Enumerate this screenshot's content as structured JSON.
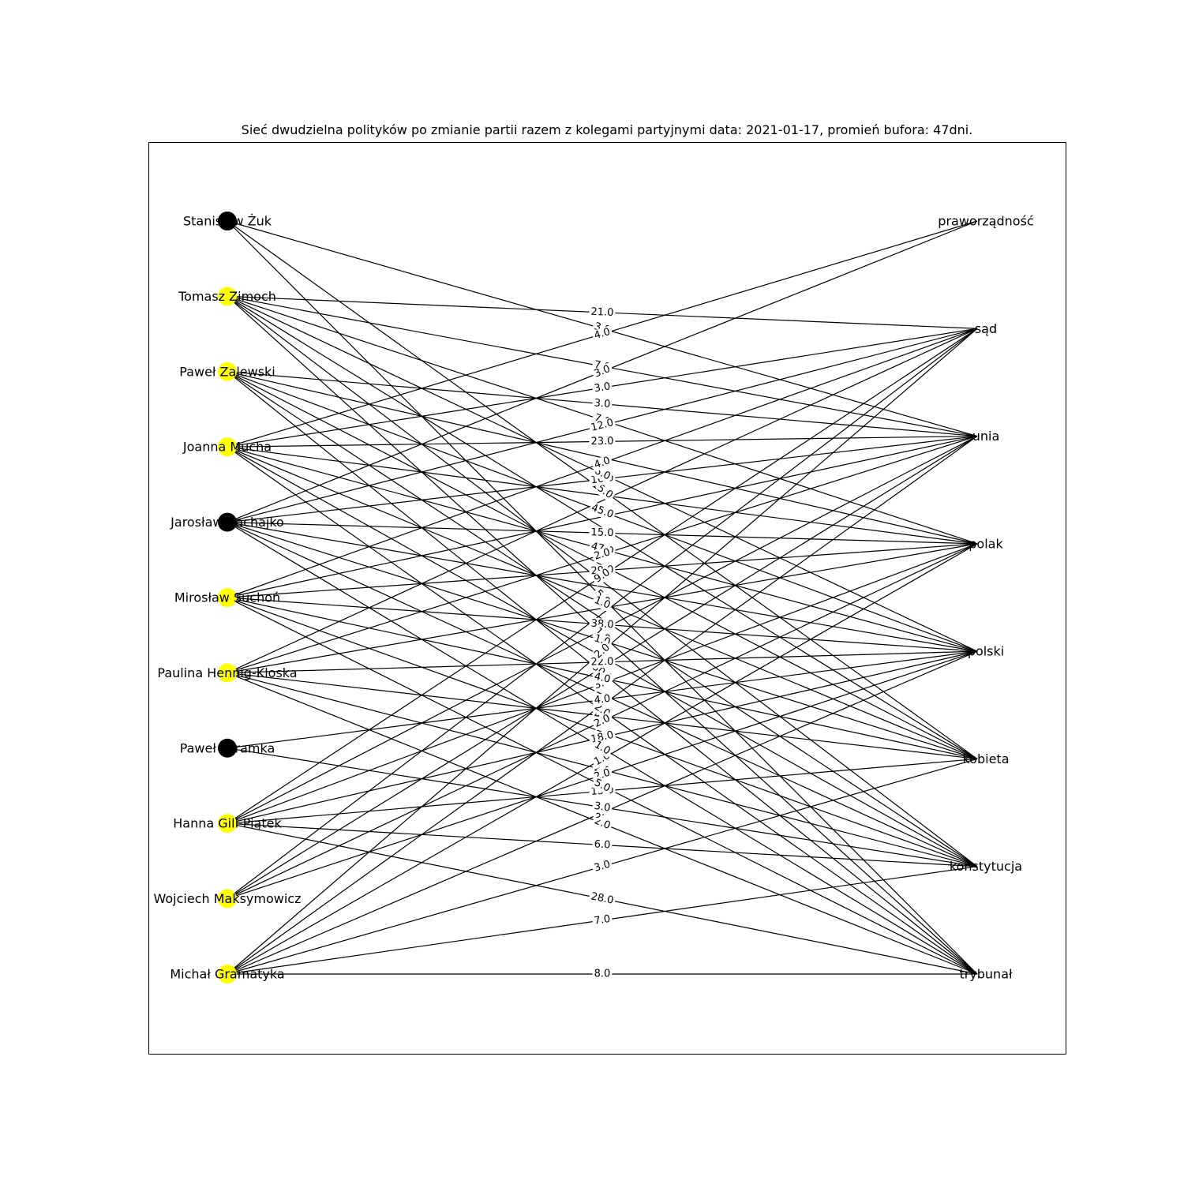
{
  "title": "Sieć dwudzielna polityków  po zmianie partii razem z kolegami partyjnymi data: 2021-01-17, promień bufora: 47dni.",
  "colors": {
    "node_black": "#000000",
    "node_yellow": "#ffff00",
    "edge": "#000000",
    "frame": "#000000"
  },
  "left_nodes": [
    {
      "id": "zuk",
      "label": "Stanisław Żuk",
      "color": "black"
    },
    {
      "id": "zimoch",
      "label": "Tomasz Zimoch",
      "color": "yellow"
    },
    {
      "id": "zalewski",
      "label": "Paweł Zalewski",
      "color": "yellow"
    },
    {
      "id": "mucha",
      "label": "Joanna Mucha",
      "color": "yellow"
    },
    {
      "id": "rachajko",
      "label": "Jarosław Rachajko",
      "color": "black"
    },
    {
      "id": "suchon",
      "label": "Mirosław Suchoń",
      "color": "yellow"
    },
    {
      "id": "hennig",
      "label": "Paulina Hennig-Kloska",
      "color": "yellow"
    },
    {
      "id": "szramka",
      "label": "Paweł Szramka",
      "color": "black"
    },
    {
      "id": "gill",
      "label": "Hanna Gill-Piątek",
      "color": "yellow"
    },
    {
      "id": "maksymowicz",
      "label": "Wojciech Maksymowicz",
      "color": "yellow"
    },
    {
      "id": "gramatyka",
      "label": "Michał Gramatyka",
      "color": "yellow"
    }
  ],
  "right_nodes": [
    {
      "id": "praworzadnosc",
      "label": "praworządność"
    },
    {
      "id": "sad",
      "label": "sąd"
    },
    {
      "id": "unia",
      "label": "unia"
    },
    {
      "id": "polak",
      "label": "polak"
    },
    {
      "id": "polski",
      "label": "polski"
    },
    {
      "id": "kobieta",
      "label": "kobieta"
    },
    {
      "id": "konstytucja",
      "label": "konstytucja"
    },
    {
      "id": "trybunal",
      "label": "trybunał"
    }
  ],
  "edges": [
    {
      "from": "zimoch",
      "to": "sad",
      "weight": "21.0"
    },
    {
      "from": "zuk",
      "to": "unia",
      "weight": "3.0"
    },
    {
      "from": "mucha",
      "to": "praworzadnosc",
      "weight": "4.0"
    },
    {
      "from": "zimoch",
      "to": "unia",
      "weight": "7.0"
    },
    {
      "from": "mucha",
      "to": "sad",
      "weight": "3.0"
    },
    {
      "from": "zalewski",
      "to": "unia",
      "weight": "3.0"
    },
    {
      "from": "rachajko",
      "to": "praworzadnosc",
      "weight": "3.0"
    },
    {
      "from": "zuk",
      "to": "kobieta",
      "weight": "15.0"
    },
    {
      "from": "mucha",
      "to": "unia",
      "weight": "23.0"
    },
    {
      "from": "zimoch",
      "to": "polak",
      "weight": "7.0"
    },
    {
      "from": "rachajko",
      "to": "sad",
      "weight": "12.0"
    },
    {
      "from": "rachajko",
      "to": "unia",
      "weight": "16.0"
    },
    {
      "from": "zimoch",
      "to": "polski",
      "weight": "6.0"
    },
    {
      "from": "suchon",
      "to": "sad",
      "weight": "4.0"
    },
    {
      "from": "zalewski",
      "to": "polski",
      "weight": "45.0"
    },
    {
      "from": "rachajko",
      "to": "polak",
      "weight": "15.0"
    },
    {
      "from": "zuk",
      "to": "trybunal",
      "weight": "5.0"
    },
    {
      "from": "suchon",
      "to": "polak",
      "weight": "29.0"
    },
    {
      "from": "mucha",
      "to": "polski",
      "weight": "47.0"
    },
    {
      "from": "suchon",
      "to": "polski",
      "weight": "38.0"
    },
    {
      "from": "hennig",
      "to": "unia",
      "weight": "2.0"
    },
    {
      "from": "zimoch",
      "to": "trybunal",
      "weight": "1.0"
    },
    {
      "from": "rachajko",
      "to": "kobieta",
      "weight": "1.0"
    },
    {
      "from": "gill",
      "to": "polak",
      "weight": "3.0"
    },
    {
      "from": "zalewski",
      "to": "trybunal",
      "weight": "30.0"
    },
    {
      "from": "mucha",
      "to": "kobieta",
      "weight": "1.0"
    },
    {
      "from": "hennig",
      "to": "polski",
      "weight": "22.0"
    },
    {
      "from": "suchon",
      "to": "kobieta",
      "weight": "4.0"
    },
    {
      "from": "gill",
      "to": "sad",
      "weight": "9.0"
    },
    {
      "from": "hennig",
      "to": "kobieta",
      "weight": "4.0"
    },
    {
      "from": "mucha",
      "to": "trybunal",
      "weight": "2.0"
    },
    {
      "from": "maksymowicz",
      "to": "polak",
      "weight": "2.0"
    },
    {
      "from": "gill",
      "to": "polski",
      "weight": "18.0"
    },
    {
      "from": "gramatyka",
      "to": "sad",
      "weight": "2.0"
    },
    {
      "from": "szramka",
      "to": "polski",
      "weight": "4.0"
    },
    {
      "from": "hennig",
      "to": "konstytucja",
      "weight": "2.0"
    },
    {
      "from": "gramatyka",
      "to": "polak",
      "weight": "1.0"
    },
    {
      "from": "rachajko",
      "to": "trybunal",
      "weight": "1.0"
    },
    {
      "from": "gill",
      "to": "kobieta",
      "weight": "15.0"
    },
    {
      "from": "maksymowicz",
      "to": "polski",
      "weight": "2.0"
    },
    {
      "from": "suchon",
      "to": "trybunal",
      "weight": "5.0"
    },
    {
      "from": "hennig",
      "to": "trybunal",
      "weight": "2.0"
    },
    {
      "from": "gramatyka",
      "to": "polski",
      "weight": "3.0"
    },
    {
      "from": "szramka",
      "to": "konstytucja",
      "weight": "3.0"
    },
    {
      "from": "gill",
      "to": "konstytucja",
      "weight": "6.0"
    },
    {
      "from": "gramatyka",
      "to": "kobieta",
      "weight": "3.0"
    },
    {
      "from": "gill",
      "to": "trybunal",
      "weight": "28.0"
    },
    {
      "from": "gramatyka",
      "to": "konstytucja",
      "weight": "7.0"
    },
    {
      "from": "gramatyka",
      "to": "trybunal",
      "weight": "8.0"
    },
    {
      "from": "zimoch",
      "to": "kobieta",
      "weight": ""
    },
    {
      "from": "zimoch",
      "to": "konstytucja",
      "weight": ""
    },
    {
      "from": "zalewski",
      "to": "polak",
      "weight": ""
    },
    {
      "from": "zalewski",
      "to": "kobieta",
      "weight": ""
    },
    {
      "from": "zalewski",
      "to": "konstytucja",
      "weight": ""
    },
    {
      "from": "mucha",
      "to": "polak",
      "weight": ""
    },
    {
      "from": "mucha",
      "to": "konstytucja",
      "weight": ""
    },
    {
      "from": "rachajko",
      "to": "polski",
      "weight": ""
    },
    {
      "from": "rachajko",
      "to": "konstytucja",
      "weight": ""
    },
    {
      "from": "suchon",
      "to": "unia",
      "weight": ""
    },
    {
      "from": "suchon",
      "to": "konstytucja",
      "weight": ""
    },
    {
      "from": "hennig",
      "to": "sad",
      "weight": ""
    },
    {
      "from": "hennig",
      "to": "polak",
      "weight": ""
    },
    {
      "from": "gill",
      "to": "unia",
      "weight": ""
    },
    {
      "from": "maksymowicz",
      "to": "sad",
      "weight": ""
    },
    {
      "from": "maksymowicz",
      "to": "unia",
      "weight": ""
    },
    {
      "from": "gramatyka",
      "to": "unia",
      "weight": ""
    }
  ]
}
